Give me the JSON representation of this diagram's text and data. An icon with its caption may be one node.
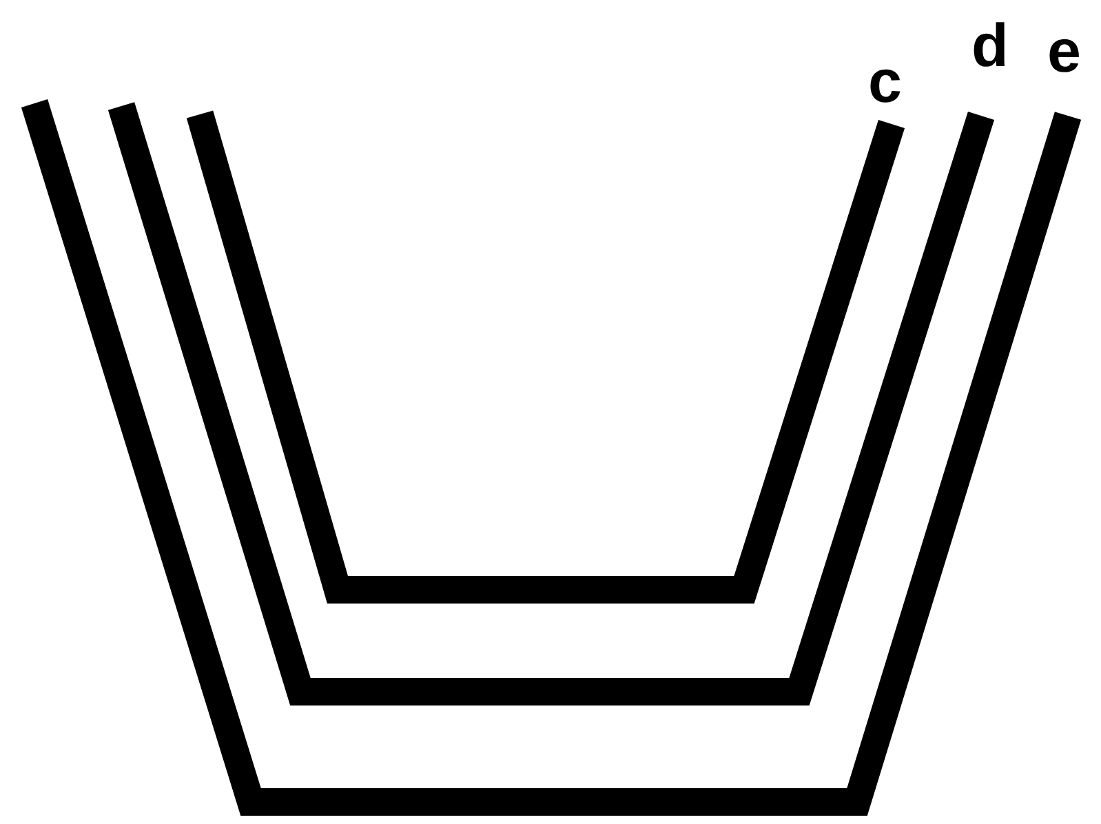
{
  "diagram": {
    "labels": [
      "c",
      "d",
      "e"
    ]
  }
}
